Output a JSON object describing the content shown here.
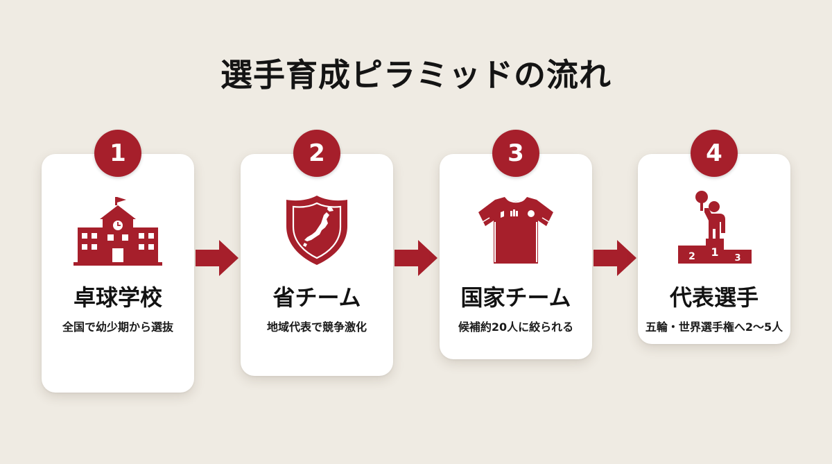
{
  "title": "選手育成ピラミッドの流れ",
  "colors": {
    "accent": "#a61f2b",
    "background": "#efebe3",
    "card": "#ffffff"
  },
  "steps": [
    {
      "number": "1",
      "title": "卓球学校",
      "description": "全国で幼少期から選抜",
      "icon": "school-building-icon"
    },
    {
      "number": "2",
      "title": "省チーム",
      "description": "地域代表で競争激化",
      "icon": "shield-map-icon"
    },
    {
      "number": "3",
      "title": "国家チーム",
      "description": "候補約20人に絞られる",
      "icon": "jersey-icon"
    },
    {
      "number": "4",
      "title": "代表選手",
      "description": "五輪・世界選手権へ2〜5人",
      "icon": "podium-icon"
    }
  ],
  "podium": {
    "left": "2",
    "center": "1",
    "right": "3"
  }
}
